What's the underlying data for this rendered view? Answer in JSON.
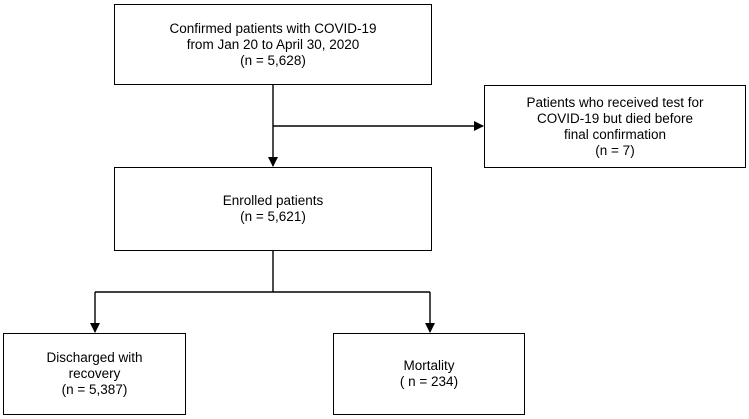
{
  "flowchart": {
    "confirmed": {
      "lines": [
        "Confirmed patients with COVID-19",
        "from Jan 20 to April 30, 2020",
        "(n = 5,628)"
      ]
    },
    "excluded": {
      "lines": [
        "Patients who received test for",
        "COVID-19 but died before",
        "final confirmation",
        "(n = 7)"
      ]
    },
    "enrolled": {
      "lines": [
        "Enrolled patients",
        "(n = 5,621)"
      ]
    },
    "discharged": {
      "lines": [
        "Discharged with",
        "recovery",
        "(n = 5,387)"
      ]
    },
    "mortality": {
      "lines": [
        "Mortality",
        "( n = 234)"
      ]
    }
  },
  "colors": {
    "stroke": "#000000",
    "box_fill": "#ffffff"
  }
}
